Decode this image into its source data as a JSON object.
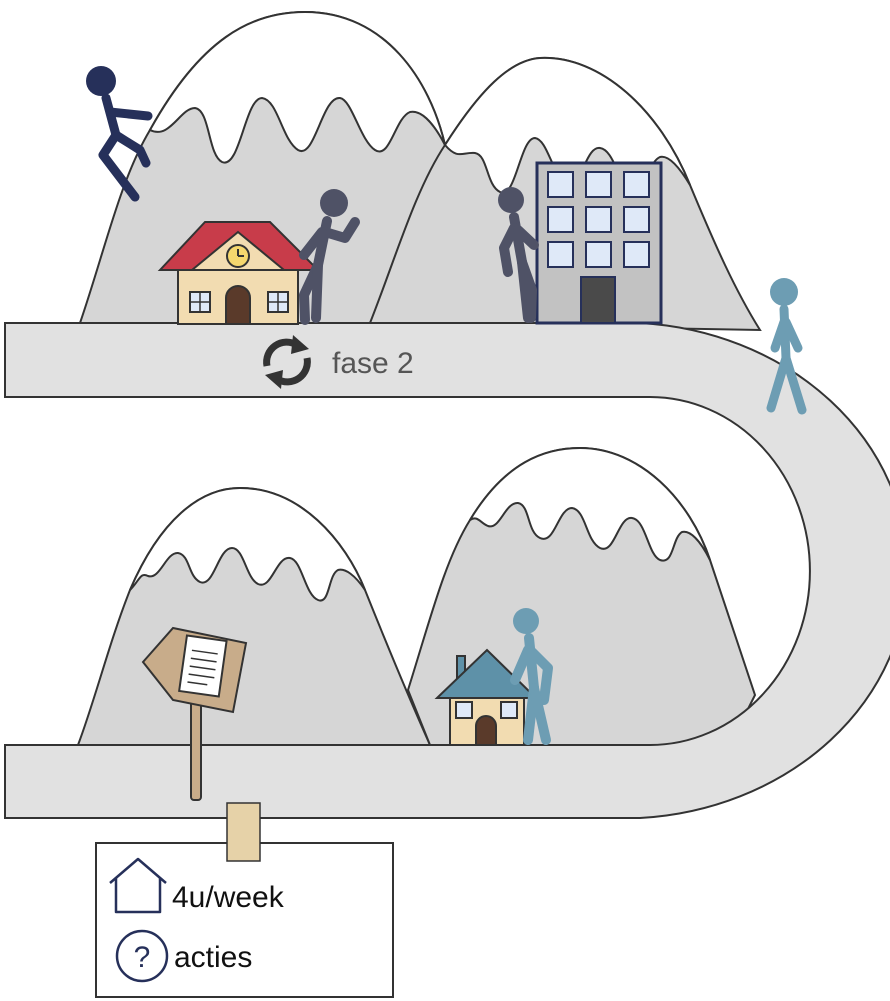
{
  "road": {
    "phase_label": "fase 2",
    "phase_icon": "refresh-icon"
  },
  "card": {
    "hours": {
      "icon": "house-outline-icon",
      "text": "4u/week"
    },
    "actions": {
      "icon": "question-circle-icon",
      "text": "acties"
    }
  },
  "colors": {
    "mountain": "#d6d6d6",
    "road": "#e1e1e1",
    "snow": "#ffffff",
    "outline": "#333333",
    "figure_dark": "#26305a",
    "figure_gray": "#4f5266",
    "figure_blue": "#6d9db3",
    "roof_red": "#c83c4a",
    "roof_blue": "#5e91a8",
    "wall": "#f2dcb1",
    "door": "#5a3a2a",
    "building_gray": "#c2c2c2",
    "window": "#dfe9f8",
    "sign_wood": "#c8ac8a",
    "tape": "#e6d2a8"
  }
}
